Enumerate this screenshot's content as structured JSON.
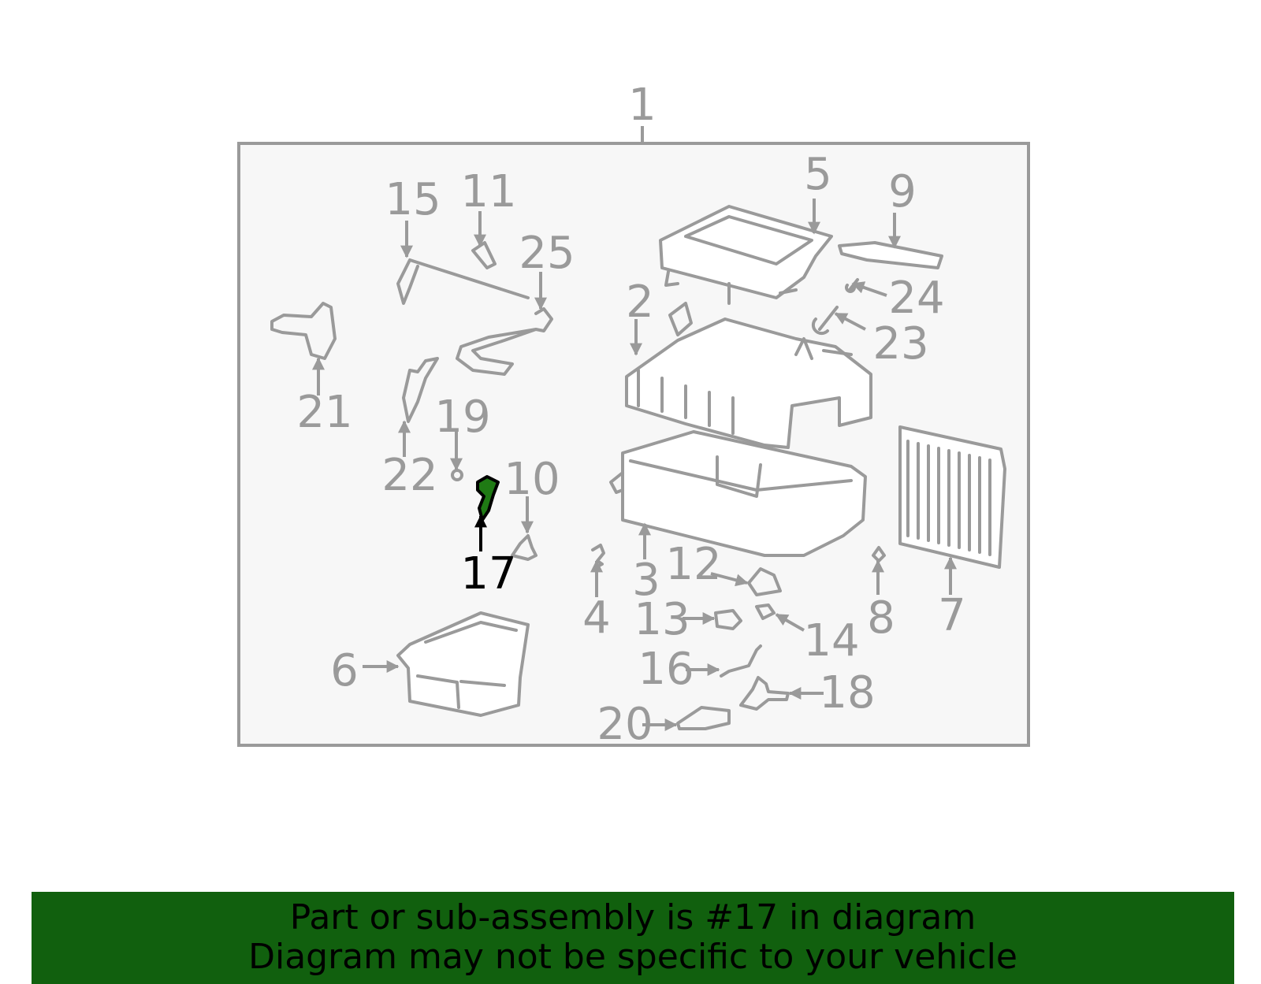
{
  "diagram": {
    "labels": [
      "1",
      "2",
      "3",
      "4",
      "5",
      "6",
      "7",
      "8",
      "9",
      "10",
      "11",
      "12",
      "13",
      "14",
      "15",
      "16",
      "17",
      "18",
      "19",
      "20",
      "21",
      "22",
      "23",
      "24",
      "25"
    ],
    "highlighted_part": "17",
    "colors": {
      "frame_bg": "#f7f7f7",
      "line": "#9a9a9a",
      "highlight": "#1f7a14",
      "banner": "#11600e"
    }
  },
  "banner": {
    "line1": "Part or sub-assembly is #17 in diagram",
    "line2": "Diagram may not be specific to your vehicle"
  }
}
